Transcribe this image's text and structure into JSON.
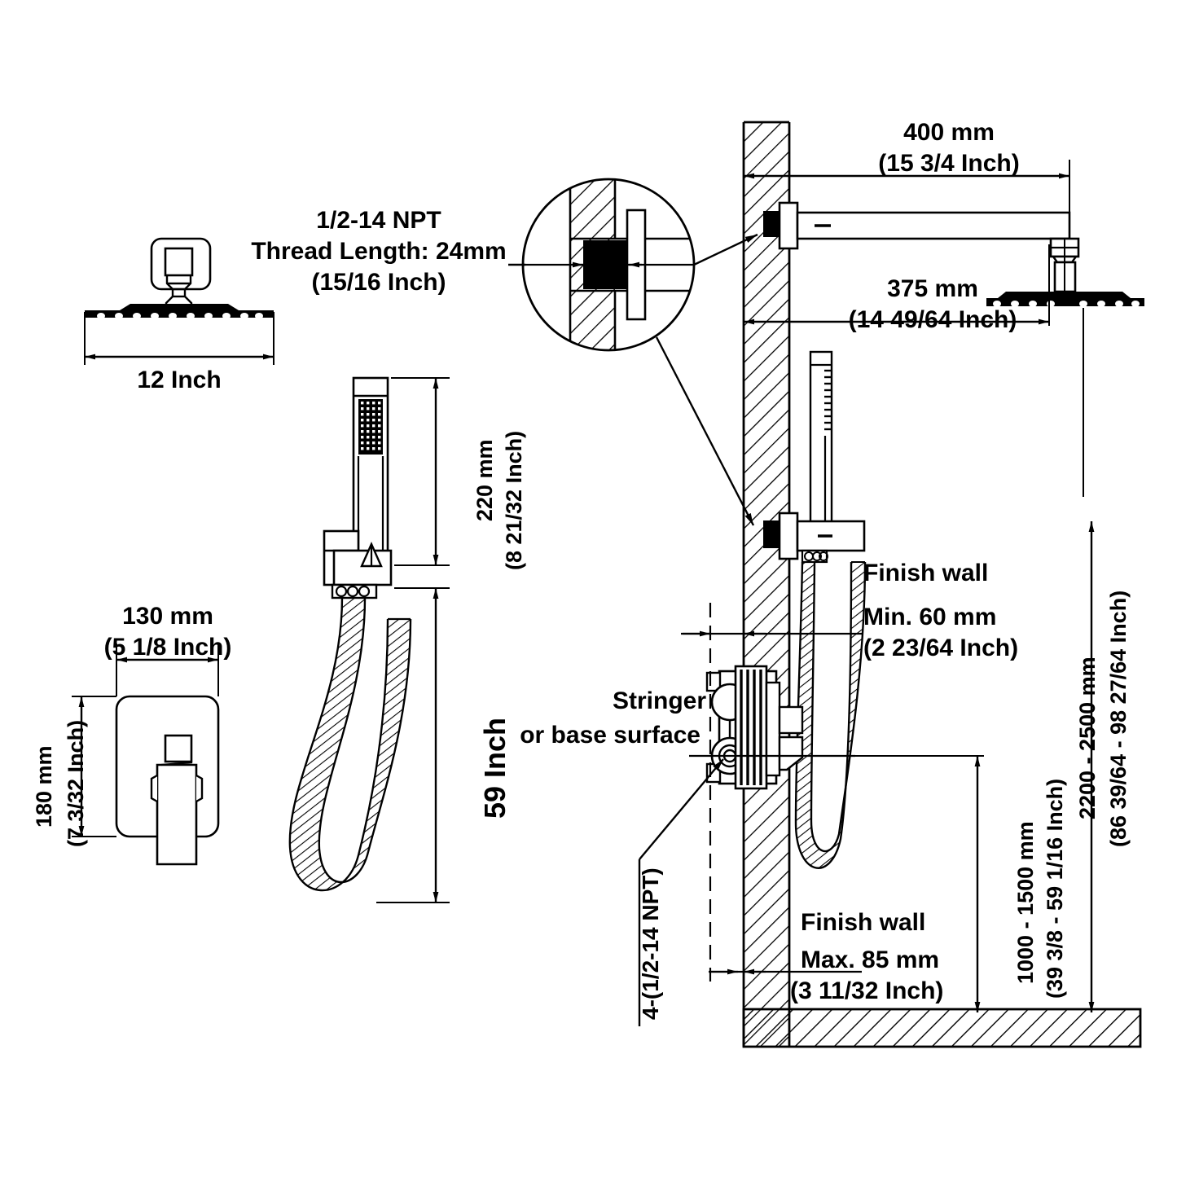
{
  "document": {
    "kind": "plumbing-installation-drawing",
    "title": "Shower System Rough-In Installation Diagram",
    "line_color": "#000000",
    "background_color": "#ffffff"
  },
  "views": {
    "rain_shower_head": {
      "name": "Rain shower head elevation",
      "dimension_width": "12 Inch"
    },
    "thread_detail": {
      "name": "Thread detail callout",
      "line1": "1/2-14 NPT",
      "line2": "Thread Length: 24mm",
      "line3": "(15/16 Inch)"
    },
    "hand_shower": {
      "name": "Hand shower with hose elevation",
      "head_length_mm": "220 mm",
      "head_length_in": "(8 21/32 Inch)",
      "hose_length": "59 Inch"
    },
    "valve_trim": {
      "name": "Valve trim plate elevation",
      "width_mm": "130 mm",
      "width_in": "(5 1/8 Inch)",
      "height_mm": "180 mm",
      "height_in": "(7 3/32 Inch)"
    },
    "wall_section": {
      "name": "Wall section installation view",
      "arm_length_mm": "400 mm",
      "arm_length_in": "(15 3/4 Inch)",
      "head_offset_mm": "375 mm",
      "head_offset_in": "(14 49/64 Inch)",
      "finish_wall_min_title": "Finish wall",
      "finish_wall_min_l1": "Min. 60 mm",
      "finish_wall_min_l2": "(2 23/64 Inch)",
      "finish_wall_max_title": "Finish wall",
      "finish_wall_max_l1": "Max. 85 mm",
      "finish_wall_max_l2": "(3 11/32 Inch)",
      "stringer_l1": "Stringer",
      "stringer_l2": "or base surface",
      "npt_ports": "4-(1/2-14 NPT)",
      "valve_height_mm": "1000 - 1500 mm",
      "valve_height_in": "(39 3/8 - 59 1/16 Inch)",
      "head_height_mm": "2200 - 2500 mm",
      "head_height_in": "(86 39/64 - 98 27/64 Inch)"
    }
  }
}
